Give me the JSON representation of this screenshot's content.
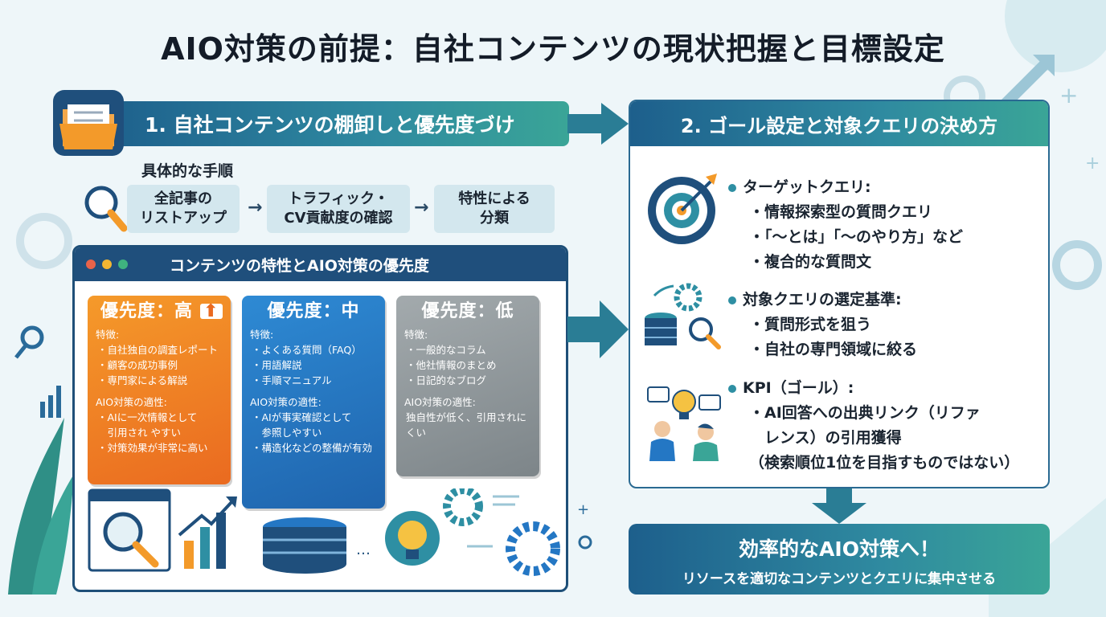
{
  "title": "AIO対策の前提：自社コンテンツの現状把握と目標設定",
  "left_banner": "1. 自社コンテンツの棚卸しと優先度づけ",
  "procedure": {
    "heading": "具体的な手順",
    "steps": [
      "全記事の\nリストアップ",
      "トラフィック・\nCV貢献度の確認",
      "特性による\n分類"
    ],
    "arrow": "→"
  },
  "panel": {
    "title": "コンテンツの特性とAIO対策の優先度",
    "cards": [
      {
        "title": "優先度：高",
        "features_label": "特徴:",
        "features": [
          "・自社独自の調査レポート",
          "・顧客の成功事例",
          "・専門家による解説"
        ],
        "fit_label": "AIO対策の適性:",
        "fit": [
          "・AIに一次情報として",
          "　引用され やすい",
          "・対策効果が非常に高い"
        ]
      },
      {
        "title": "優先度：中",
        "features_label": "特徴:",
        "features": [
          "・よくある質問（FAQ）",
          "・用語解説",
          "・手順マニュアル"
        ],
        "fit_label": "AIO対策の適性:",
        "fit": [
          "・AIが事実確認として",
          "　参照しやすい",
          "・構造化などの整備が有効"
        ]
      },
      {
        "title": "優先度：低",
        "features_label": "特徴:",
        "features": [
          "・一般的なコラム",
          "・他社情報のまとめ",
          "・日記的なブログ"
        ],
        "fit_label": "AIO対策の適性:",
        "fit": [
          "独自性が低く、引用されにくい"
        ]
      }
    ]
  },
  "right": {
    "title": "2. ゴール設定と対象クエリの決め方",
    "groups": [
      {
        "heading": "ターゲットクエリ:",
        "items": [
          "・情報探索型の質問クエリ",
          "・「～とは」「～のやり方」など",
          "・複合的な質問文"
        ]
      },
      {
        "heading": "対象クエリの選定基準:",
        "items": [
          "・質問形式を狙う",
          "・自社の専門領域に絞る"
        ]
      },
      {
        "heading": "KPI（ゴール）:",
        "items": [
          "・AI回答への出典リンク（リファ",
          "　レンス）の引用獲得",
          "（検索順位1位を目指すものではない）"
        ]
      }
    ]
  },
  "final": {
    "title": "効率的なAIO対策へ！",
    "subtitle": "リソースを適切なコンテンツとクエリに集中させる"
  },
  "colors": {
    "high": "#f07f24",
    "mid": "#2477c4",
    "low": "#8c9498",
    "accent": "#2e8fa3",
    "navy": "#1f4f7c"
  },
  "icons": [
    "folder-icon",
    "magnifier-icon",
    "target-icon",
    "database-gear-icon",
    "lightbulb-people-icon"
  ]
}
